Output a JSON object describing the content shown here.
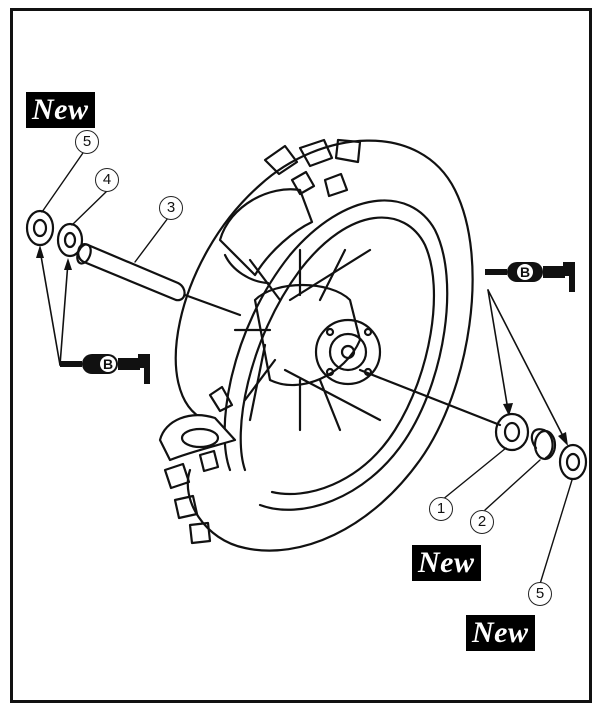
{
  "labels": {
    "new": "New",
    "grease_letter": "B"
  },
  "callouts": [
    "1",
    "2",
    "3",
    "4",
    "5"
  ],
  "colors": {
    "ink": "#111111",
    "badge_bg": "#000000",
    "badge_text": "#ffffff"
  },
  "icons": [
    "grease-gun-icon",
    "grease-gun-icon"
  ]
}
